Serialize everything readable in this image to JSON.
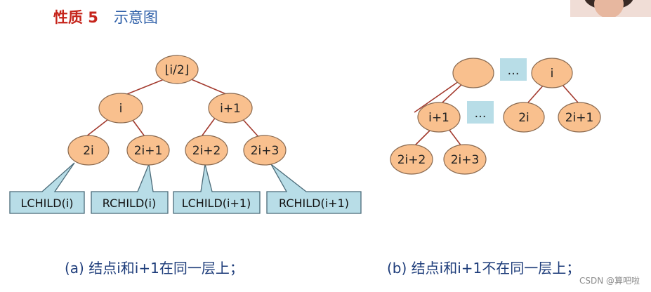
{
  "title": {
    "main": "性质 5",
    "sub": "示意图"
  },
  "diagram_a": {
    "nodes": {
      "root": "⌊i/2⌋",
      "i": "i",
      "i1": "i+1",
      "c2i": "2i",
      "c2i1": "2i+1",
      "c2i2": "2i+2",
      "c2i3": "2i+3"
    },
    "callouts": {
      "lchild_i": "LCHILD(i)",
      "rchild_i": "RCHILD(i)",
      "lchild_i1": "LCHILD(i+1)",
      "rchild_i1": "RCHILD(i+1)"
    },
    "caption": "(a) 结点i和i+1在同一层上；"
  },
  "diagram_b": {
    "nodes": {
      "blank": "",
      "i": "i",
      "i1": "i+1",
      "c2i": "2i",
      "c2i1": "2i+1",
      "c2i2": "2i+2",
      "c2i3": "2i+3"
    },
    "ellipsis_top": "…",
    "ellipsis_mid": "…",
    "caption": "(b)  结点i和i+1不在同一层上；"
  },
  "watermark": "CSDN @算吧啦",
  "colors": {
    "node_fill": "#f9c08e",
    "node_stroke": "#8a6a50",
    "edge": "#a33a2e",
    "callout_fill": "#b8dde7",
    "callout_stroke": "#4a6a78",
    "title_red": "#c5241b",
    "title_blue": "#2e5fa8",
    "caption_blue": "#1d3c7a"
  }
}
